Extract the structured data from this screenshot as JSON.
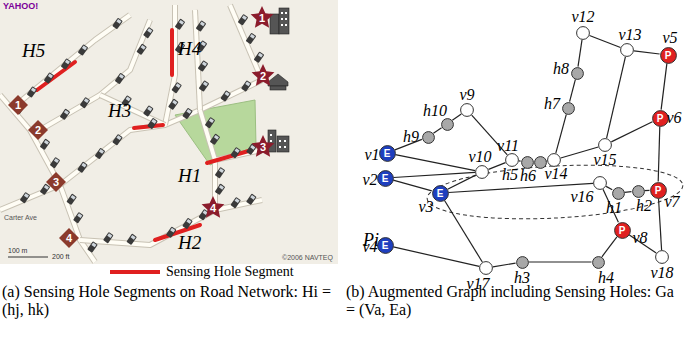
{
  "diagram": {
    "nodes": [
      {
        "text": [
          "1"
        ]
      },
      {
        "text": [
          "2"
        ]
      },
      {
        "text": [
          "3"
        ]
      },
      {
        "text": [
          "4"
        ]
      },
      {
        "text": [
          "1"
        ]
      },
      {
        "text": [
          "2"
        ]
      },
      {
        "text": [
          "3"
        ]
      },
      {
        "text": [
          "4"
        ]
      },
      {
        "text": [
          "E",
          "v1"
        ]
      },
      {
        "text": [
          "E",
          "v2"
        ]
      },
      {
        "text": [
          "E",
          "v3"
        ]
      },
      {
        "text": [
          "E",
          "v4"
        ]
      },
      {
        "text": [
          "P",
          "v5"
        ]
      },
      {
        "text": [
          "P",
          "v6"
        ]
      },
      {
        "text": [
          "P",
          "v7"
        ]
      },
      {
        "text": [
          "P",
          "v8"
        ]
      },
      {
        "text": [
          "v9"
        ]
      },
      {
        "text": [
          "v10"
        ]
      },
      {
        "text": [
          "v11"
        ]
      },
      {
        "text": [
          "v12"
        ]
      },
      {
        "text": [
          "v13"
        ]
      },
      {
        "text": [
          "v14"
        ]
      },
      {
        "text": [
          "v15"
        ]
      },
      {
        "text": [
          "v16"
        ]
      },
      {
        "text": [
          "v17"
        ]
      },
      {
        "text": [
          "v18"
        ]
      },
      {
        "text": [
          "h1"
        ]
      },
      {
        "text": [
          "h2"
        ]
      },
      {
        "text": [
          "h3"
        ]
      },
      {
        "text": [
          "h4"
        ]
      },
      {
        "text": [
          "h5"
        ]
      },
      {
        "text": [
          "h6"
        ]
      },
      {
        "text": [
          "h7"
        ]
      },
      {
        "text": [
          "h8"
        ]
      },
      {
        "text": [
          "h9"
        ]
      },
      {
        "text": [
          "h10"
        ]
      }
    ],
    "edges": [
      {
        "from": 8,
        "to": 34,
        "arrow": "none"
      },
      {
        "from": 34,
        "to": 35,
        "arrow": "none"
      },
      {
        "from": 35,
        "to": 16,
        "arrow": "none"
      },
      {
        "from": 8,
        "to": 17,
        "arrow": "none"
      },
      {
        "from": 9,
        "to": 17,
        "arrow": "none"
      },
      {
        "from": 9,
        "to": 10,
        "arrow": "none"
      },
      {
        "from": 10,
        "to": 17,
        "arrow": "none"
      },
      {
        "from": 16,
        "to": 18,
        "arrow": "none"
      },
      {
        "from": 17,
        "to": 18,
        "arrow": "none"
      },
      {
        "from": 18,
        "to": 30,
        "arrow": "none"
      },
      {
        "from": 30,
        "to": 31,
        "arrow": "none"
      },
      {
        "from": 31,
        "to": 21,
        "arrow": "none"
      },
      {
        "from": 21,
        "to": 32,
        "arrow": "none"
      },
      {
        "from": 32,
        "to": 33,
        "arrow": "none"
      },
      {
        "from": 33,
        "to": 19,
        "arrow": "none"
      },
      {
        "from": 19,
        "to": 20,
        "arrow": "none"
      },
      {
        "from": 20,
        "to": 12,
        "arrow": "none"
      },
      {
        "from": 12,
        "to": 13,
        "arrow": "none"
      },
      {
        "from": 20,
        "to": 22,
        "arrow": "none"
      },
      {
        "from": 21,
        "to": 22,
        "arrow": "none"
      },
      {
        "from": 22,
        "to": 13,
        "arrow": "none"
      },
      {
        "from": 13,
        "to": 14,
        "arrow": "none"
      },
      {
        "from": 10,
        "to": 23,
        "arrow": "none"
      },
      {
        "from": 23,
        "to": 26,
        "arrow": "none"
      },
      {
        "from": 26,
        "to": 27,
        "arrow": "none"
      },
      {
        "from": 27,
        "to": 14,
        "arrow": "none"
      },
      {
        "from": 23,
        "to": 15,
        "arrow": "none"
      },
      {
        "from": 14,
        "to": 25,
        "arrow": "none"
      },
      {
        "from": 25,
        "to": 15,
        "arrow": "none"
      },
      {
        "from": 15,
        "to": 29,
        "arrow": "none"
      },
      {
        "from": 29,
        "to": 28,
        "arrow": "none"
      },
      {
        "from": 28,
        "to": 24,
        "arrow": "none"
      },
      {
        "from": 24,
        "to": 10,
        "arrow": "none"
      },
      {
        "from": 24,
        "to": 11,
        "arrow": "none"
      }
    ],
    "labels": [
      "YAHOO!",
      "H5",
      "H4",
      "H3",
      "H1",
      "H2",
      "Carter Ave",
      "100 m",
      "200 ft",
      "©2006 NAVTEQ",
      "(a) Sensing Hole Segments on Road Network: Hi = (hj, hk)",
      "(b) Augmented Graph including Sensing Holes: Ga = (Va, Ea)",
      "Pi"
    ],
    "legend": [
      {
        "text": "Sensing Hole Segment"
      }
    ]
  }
}
